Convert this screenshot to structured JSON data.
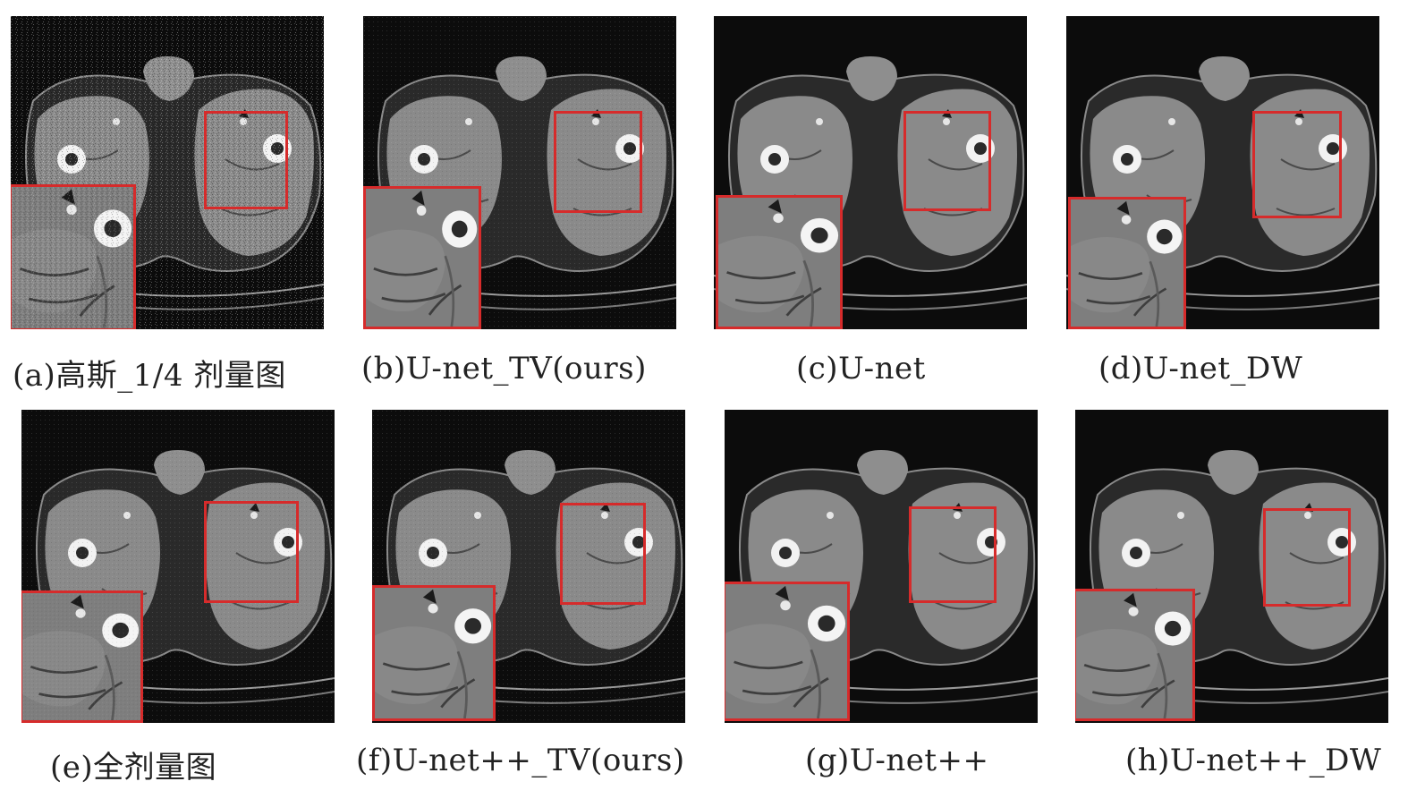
{
  "figure": {
    "panels": [
      {
        "id": "a",
        "caption": "(a)高斯_1/4 剂量图",
        "noise": "heavy"
      },
      {
        "id": "b",
        "caption": "(b)U-net_TV(ours)",
        "noise": "light"
      },
      {
        "id": "c",
        "caption": "(c)U-net",
        "noise": "smooth"
      },
      {
        "id": "d",
        "caption": "(d)U-net_DW",
        "noise": "smooth"
      },
      {
        "id": "e",
        "caption": "(e)全剂量图",
        "noise": "reference"
      },
      {
        "id": "f",
        "caption": "(f)U-net++_TV(ours)",
        "noise": "light"
      },
      {
        "id": "g",
        "caption": "(g)U-net++",
        "noise": "smooth"
      },
      {
        "id": "h",
        "caption": "(h)U-net++_DW",
        "noise": "smooth"
      }
    ],
    "colors": {
      "roi_box": "#d62b2b",
      "background": "#0c0c0c",
      "tissue": "#8a8a8a",
      "bone": "#f2f2f2"
    }
  }
}
